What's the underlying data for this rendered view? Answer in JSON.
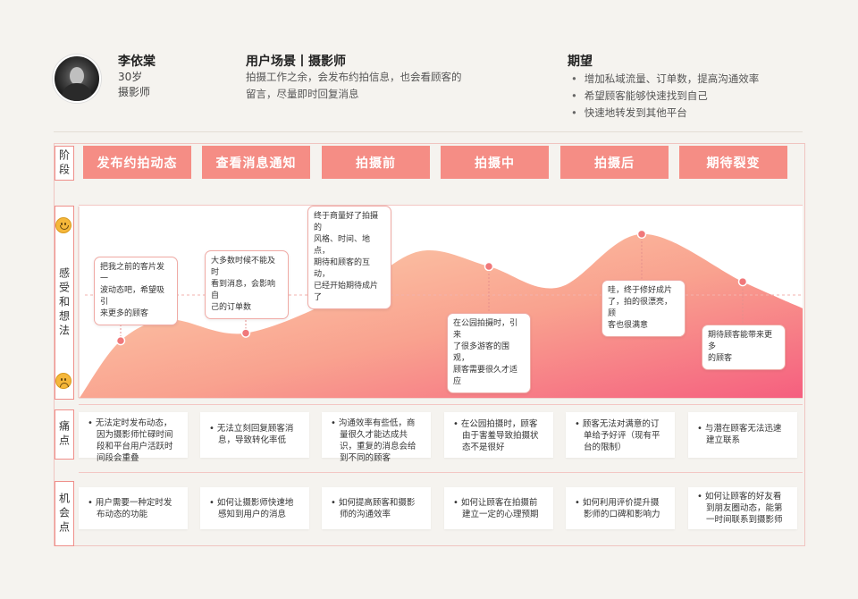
{
  "persona": {
    "name": "李依棠",
    "age": "30岁",
    "job": "摄影师"
  },
  "scenario": {
    "title": "用户场景丨摄影师",
    "text_line1": "拍摄工作之余，会发布约拍信息，也会看顾客的",
    "text_line2": "留言，尽量即时回复消息"
  },
  "expectations": {
    "title": "期望",
    "items": [
      "增加私域流量、订单数，提高沟通效率",
      "希望顾客能够快速找到自己",
      "快速地转发到其他平台"
    ]
  },
  "row_labels": {
    "stage": "阶段",
    "feeling": "感受和想法",
    "pain": "痛点",
    "opportunity": "机会点"
  },
  "stages": [
    "发布约拍动态",
    "查看消息通知",
    "拍摄前",
    "拍摄中",
    "拍摄后",
    "期待裂变"
  ],
  "feelings": [
    {
      "lines": [
        "把我之前的客片发一",
        "波动态吧，希望吸引",
        "来更多的顾客"
      ]
    },
    {
      "lines": [
        "大多数时候不能及时",
        "看到消息，会影响自",
        "己的订单数"
      ]
    },
    {
      "lines": [
        "终于商量好了拍摄的",
        "风格、时间、地点，",
        "期待和顾客的互动，",
        "已经开始期待成片了"
      ]
    },
    {
      "lines": [
        "在公园拍摄时，引来",
        "了很多游客的围观，",
        "顾客需要很久才适应"
      ]
    },
    {
      "lines": [
        "哇，终于修好成片",
        "了，拍的很漂亮，顾",
        "客也很满意"
      ]
    },
    {
      "lines": [
        "期待顾客能带来更多",
        "的顾客"
      ]
    }
  ],
  "pain_points": [
    {
      "lines": [
        "无法定时发布动态，",
        "因为摄影师忙碌时间",
        "段和平台用户活跃时",
        "间段会重叠"
      ]
    },
    {
      "lines": [
        "无法立刻回复顾客消",
        "息，导致转化率低"
      ]
    },
    {
      "lines": [
        "沟通效率有些低，商",
        "量很久才能达成共",
        "识，重复的消息会给",
        "到不同的顾客"
      ]
    },
    {
      "lines": [
        "在公园拍摄时，顾客",
        "由于害羞导致拍摄状",
        "态不是很好"
      ]
    },
    {
      "lines": [
        "顾客无法对满意的订",
        "单给予好评（现有平",
        "台的限制）"
      ]
    },
    {
      "lines": [
        "与潜在顾客无法迅速",
        "建立联系"
      ]
    }
  ],
  "opportunities": [
    {
      "lines": [
        "用户需要一种定时发",
        "布动态的功能"
      ]
    },
    {
      "lines": [
        "如何让摄影师快速地",
        "感知到用户的消息"
      ]
    },
    {
      "lines": [
        "如何提高顾客和摄影",
        "师的沟通效率"
      ]
    },
    {
      "lines": [
        "如何让顾客在拍摄前",
        "建立一定的心理预期"
      ]
    },
    {
      "lines": [
        "如何利用评价提升摄",
        "影师的口碑和影响力"
      ]
    },
    {
      "lines": [
        "如何让顾客的好友看",
        "到朋友圈动态，能第",
        "一时间联系到摄影师"
      ]
    }
  ],
  "emotion_levels": [
    0.3,
    0.34,
    0.55,
    0.69,
    0.86,
    0.61
  ],
  "colors": {
    "accent": "#f58d85",
    "curve_top": "#fcd3b5",
    "curve_bottom": "#f5607e",
    "dot": "#f0787a"
  },
  "icons": [
    "happy-face-icon",
    "sad-face-icon",
    "person-avatar-icon"
  ]
}
